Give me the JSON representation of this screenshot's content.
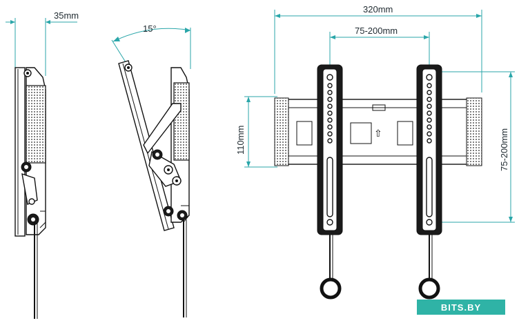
{
  "dimensions": {
    "side_depth": "35mm",
    "tilt_angle": "15°",
    "overall_width": "320mm",
    "vesa_horizontal": "75-200mm",
    "frame_height": "110mm",
    "vesa_vertical": "75-200mm"
  },
  "watermark": "BITS.BY",
  "colors": {
    "dimension_line": "#2aa6a9",
    "drawing": "#111111",
    "watermark_bg": "#2fb3a6"
  }
}
